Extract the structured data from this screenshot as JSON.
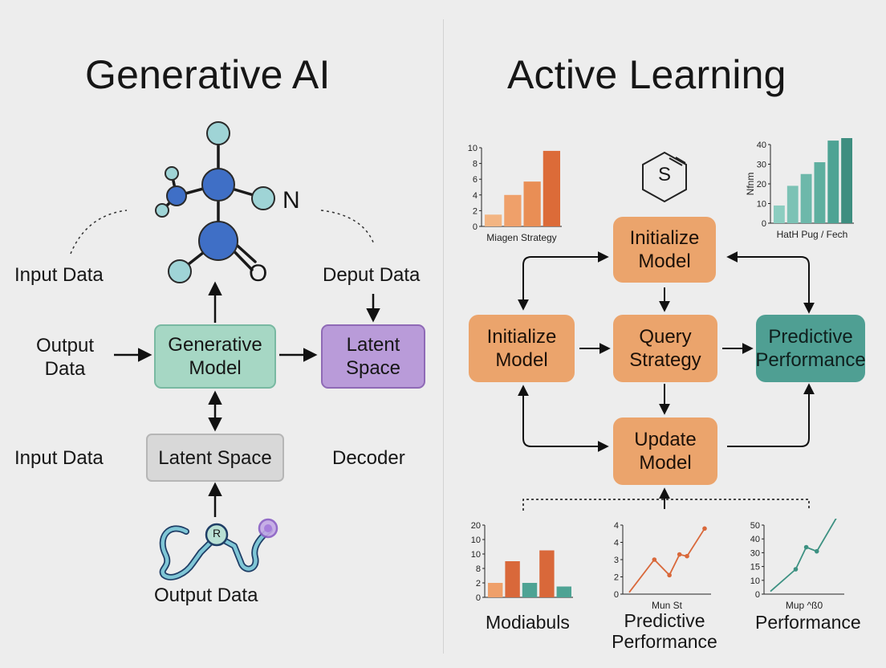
{
  "left": {
    "title": "Generative AI",
    "atom_n": "N",
    "atom_o": "O",
    "labels": {
      "input_data_top": "Input Data",
      "deput_data": "Deput Data",
      "output_data_mid": [
        "Output",
        "Data"
      ],
      "input_data_bottom": "Input Data",
      "decoder": "Decoder",
      "output_data_bottom": "Output Data",
      "ring_r": "R"
    },
    "nodes": {
      "generative_model": [
        "Generative",
        "Model"
      ],
      "latent_space_right": [
        "Latent",
        "Space"
      ],
      "latent_space_bottom": "Latent Space"
    }
  },
  "right": {
    "title": "Active Learning",
    "logo_text": "S",
    "nodes": {
      "initialize_top": [
        "Initialize",
        "Model"
      ],
      "initialize_left": [
        "Initialize",
        "Model"
      ],
      "query_strategy": [
        "Query",
        "Strategy"
      ],
      "predictive_performance": [
        "Predictive",
        "Performance"
      ],
      "update_model": [
        "Update",
        "Model"
      ]
    },
    "bottom_labels": {
      "left": "Modiabuls",
      "center": [
        "Predictive",
        "Performance"
      ],
      "right": "Performance"
    }
  },
  "colors": {
    "orange_bar": "#f0a36b",
    "dark_orange_bar": "#d9683a",
    "teal_bar": "#68b2a4",
    "dark_teal_bar": "#3d9182",
    "node_orange": "#eba46c",
    "node_teal": "#4f9f93"
  },
  "chart_data": [
    {
      "id": "top-left",
      "type": "bar",
      "xlabel": "Miagen Strategy",
      "ylabel": "",
      "ylim": [
        0,
        10
      ],
      "yticks": [
        "10",
        "8",
        "6",
        "4",
        "2",
        "0"
      ],
      "values": [
        1.5,
        4,
        5.7,
        9.6
      ],
      "colors": [
        "#f3b583",
        "#efa06a",
        "#e98e55",
        "#dc6b38"
      ]
    },
    {
      "id": "top-right",
      "type": "bar",
      "xlabel": "HatH Pug  /  Fech",
      "ylabel": "Nfnm",
      "ylim": [
        0,
        40
      ],
      "yticks": [
        "40",
        "30",
        "20",
        "10",
        "0"
      ],
      "values": [
        9,
        19,
        25,
        31,
        42,
        45
      ],
      "colors": [
        "#8ccdc0",
        "#7cc2b5",
        "#6db8aa",
        "#5eaf9f",
        "#4ea394",
        "#3e8e80"
      ]
    },
    {
      "id": "bottom-left",
      "type": "bar",
      "xlabel": "",
      "ylabel": "",
      "ylim": [
        0,
        20
      ],
      "yticks": [
        "20",
        "10",
        "10",
        "8",
        "2",
        "0"
      ],
      "values": [
        4,
        10,
        4,
        13,
        3
      ],
      "colors": [
        "#efa06a",
        "#d9683a",
        "#4ea394",
        "#d9683a",
        "#4ea394"
      ]
    },
    {
      "id": "bottom-center",
      "type": "line",
      "xlabel": "Mun St",
      "ylabel": "",
      "ylim": [
        0,
        4
      ],
      "yticks": [
        "4",
        "4",
        "3",
        "2",
        "0"
      ],
      "points": [
        [
          0,
          0.1
        ],
        [
          1,
          2.0
        ],
        [
          1.6,
          1.1
        ],
        [
          2,
          2.3
        ],
        [
          2.3,
          2.2
        ],
        [
          3,
          3.8
        ]
      ],
      "color": "#d9683a"
    },
    {
      "id": "bottom-right",
      "type": "line",
      "xlabel": "Mup ^ß0",
      "ylabel": "",
      "ylim": [
        0,
        50
      ],
      "yticks": [
        "50",
        "40",
        "30",
        "15",
        "10",
        "0"
      ],
      "points": [
        [
          0,
          2
        ],
        [
          1.2,
          18
        ],
        [
          1.7,
          34
        ],
        [
          2.2,
          31
        ],
        [
          3.2,
          57
        ]
      ],
      "color": "#3d9182"
    }
  ]
}
